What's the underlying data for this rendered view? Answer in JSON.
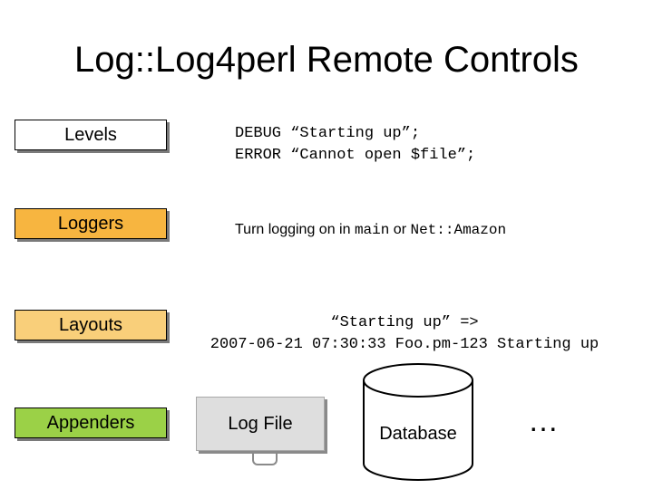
{
  "title": "Log::Log4perl Remote Controls",
  "levels": {
    "label": "Levels",
    "line1": "DEBUG “Starting up”;",
    "line2": "ERROR “Cannot open $file”;"
  },
  "loggers": {
    "label": "Loggers",
    "text_prefix": "Turn logging on in ",
    "code1": "main",
    "text_mid": " or ",
    "code2": "Net::Amazon"
  },
  "layouts": {
    "label": "Layouts",
    "line1": "“Starting up” =>",
    "line2": "2007-06-21 07:30:33 Foo.pm-123 Starting up"
  },
  "appenders": {
    "label": "Appenders",
    "logfile": "Log File",
    "database": "Database",
    "more": "…"
  },
  "colors": {
    "loggers": "#f7b540",
    "layouts": "#f9cf7a",
    "appenders": "#9bd147"
  }
}
